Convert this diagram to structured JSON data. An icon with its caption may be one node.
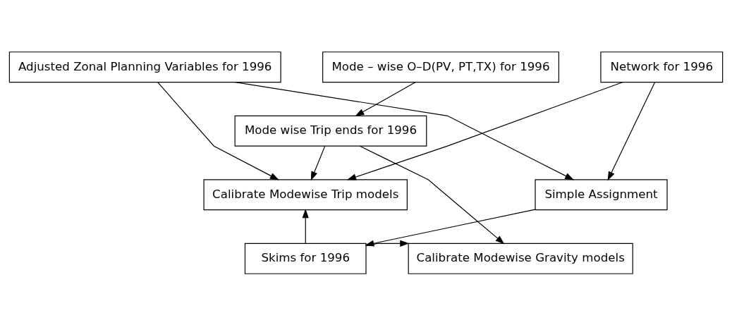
{
  "diagram": {
    "nodes": [
      {
        "text": [
          "Adjusted Zonal Planning Variables for 1996"
        ]
      },
      {
        "text": [
          "Mode – wise O–D(PV, PT,TX) for 1996"
        ]
      },
      {
        "text": [
          "Network for 1996"
        ]
      },
      {
        "text": [
          "Calibrate Modewise Trip models"
        ]
      },
      {
        "text": [
          "Simple Assignment"
        ]
      },
      {
        "text": [
          "Mode wise Trip ends for 1996"
        ]
      },
      {
        "text": [
          "Calibrate Modewise Gravity models"
        ]
      },
      {
        "text": [
          "Skims for 1996"
        ]
      }
    ],
    "edges": [
      {
        "from": 0,
        "to": 3,
        "arrow": "to"
      },
      {
        "from": 0,
        "to": 4,
        "arrow": "to"
      },
      {
        "from": 2,
        "to": 3,
        "arrow": "to"
      },
      {
        "from": 2,
        "to": 4,
        "arrow": "to"
      },
      {
        "from": 1,
        "to": 5,
        "arrow": "to"
      },
      {
        "from": 4,
        "to": 7,
        "arrow": "to"
      },
      {
        "from": 5,
        "to": 3,
        "arrow": "to"
      },
      {
        "from": 5,
        "to": 6,
        "arrow": "to"
      },
      {
        "from": 7,
        "to": 3,
        "arrow": "to"
      },
      {
        "from": 7,
        "to": 6,
        "arrow": "to"
      }
    ]
  }
}
